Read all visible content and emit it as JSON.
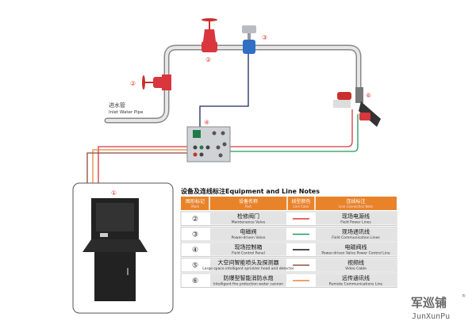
{
  "labels": {
    "inlet_cn": "进水管",
    "inlet_en": "Inlet Water Pipe",
    "callouts": [
      "①",
      "②",
      "②",
      "③",
      "④",
      "⑥"
    ]
  },
  "table": {
    "title": "设备及连线标注Equipment and Line Notes",
    "headers": [
      {
        "cn": "图形标记",
        "en": "Mark"
      },
      {
        "cn": "设备名称",
        "en": "Part"
      },
      {
        "cn": "线型颜色",
        "en": "Line Color"
      },
      {
        "cn": "连线标注",
        "en": "Line Connection Note"
      }
    ],
    "rows": [
      {
        "mark": "②",
        "part_cn": "检修阀门",
        "part_en": "Maintenance Valve",
        "color": "#d9363e",
        "note_cn": "现场电源线",
        "note_en": "Field Power Lines"
      },
      {
        "mark": "③",
        "part_cn": "电磁阀",
        "part_en": "Power-driven Valve",
        "color": "#1f9a5b",
        "note_cn": "现场通讯线",
        "note_en": "Field Communication Lines"
      },
      {
        "mark": "④",
        "part_cn": "现场控制箱",
        "part_en": "Field Control Panel",
        "color": "#111111",
        "note_cn": "电磁阀线",
        "note_en": "Power-driven Valve Power Control Line"
      },
      {
        "mark": "⑤",
        "part_cn": "大空间智能喷头及探测器",
        "part_en": "Large space intelligent sprinkler head and detector",
        "color": "#8b4a3a",
        "note_cn": "视频线",
        "note_en": "Video Cable"
      },
      {
        "mark": "⑥",
        "part_cn": "防爆型智能消防水炮",
        "part_en": "Intelligent fire protection water cannon",
        "color": "#e8843a",
        "note_cn": "远传通讯线",
        "note_en": "Remote Communications Line"
      }
    ]
  },
  "logo": {
    "cn": "军巡铺",
    "en": "JunXunPu",
    "reg": "®"
  },
  "colors": {
    "header": "#e8832a",
    "callout": "#e0342a",
    "pipe": "#b9b9b9"
  }
}
